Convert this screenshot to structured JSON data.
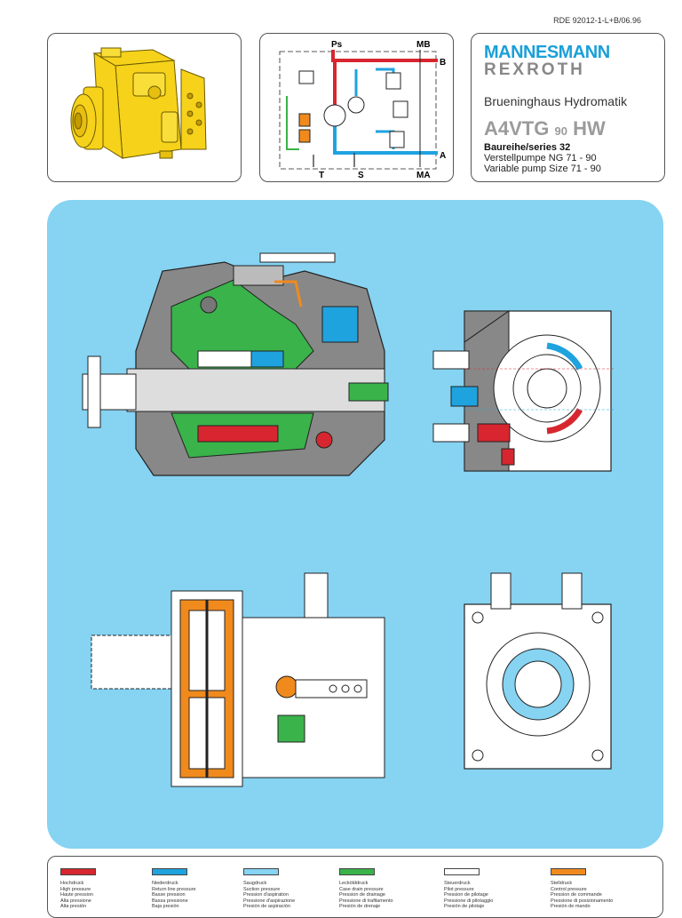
{
  "header": {
    "doc_ref": "RDE 92012-1-L+B/06.96"
  },
  "brand": {
    "line1": "MANNESMANN",
    "line2": "REXROTH",
    "division": "Brueninghaus Hydromatik",
    "model_main": "A4VTG",
    "model_size": "90",
    "model_suffix": "HW",
    "series": "Baureihe/series 32",
    "line_de": "Verstellpumpe NG 71 - 90",
    "line_en": "Variable pump Size 71 - 90"
  },
  "schematic": {
    "ports": {
      "ps": "Ps",
      "mb": "MB",
      "b": "B",
      "a": "A",
      "t": "T",
      "s": "S",
      "ma": "MA"
    }
  },
  "legend": [
    {
      "color": "#d7262f",
      "lines": [
        "Hochdruck",
        "High pressure",
        "Haute pression",
        "Alta pressione",
        "Alta presión"
      ]
    },
    {
      "color": "#1fa3df",
      "lines": [
        "Niederdruck",
        "Return line pressure",
        "Basse pression",
        "Bassa pressione",
        "Baja presión"
      ]
    },
    {
      "color": "#86d3f2",
      "lines": [
        "Saugdruck",
        "Suction pressure",
        "Pression d'aspiration",
        "Pressione d'aspirazione",
        "Presión de aspiración"
      ]
    },
    {
      "color": "#3ab34a",
      "lines": [
        "Leckölddruck",
        "Case drain pressure",
        "Pression de drainage",
        "Pressione di trafilamento",
        "Presión de drenaje"
      ]
    },
    {
      "color": "#ffffff",
      "lines": [
        "Steuerdruck",
        "Pilot pressure",
        "Pression de pilotage",
        "Pressione di pilotaggio",
        "Presión de pilotaje"
      ]
    },
    {
      "color": "#f08a1d",
      "lines": [
        "Stelldruck",
        "Control pressure",
        "Pression de commande",
        "Pressione di posizionamento",
        "Presión de mando"
      ]
    }
  ]
}
